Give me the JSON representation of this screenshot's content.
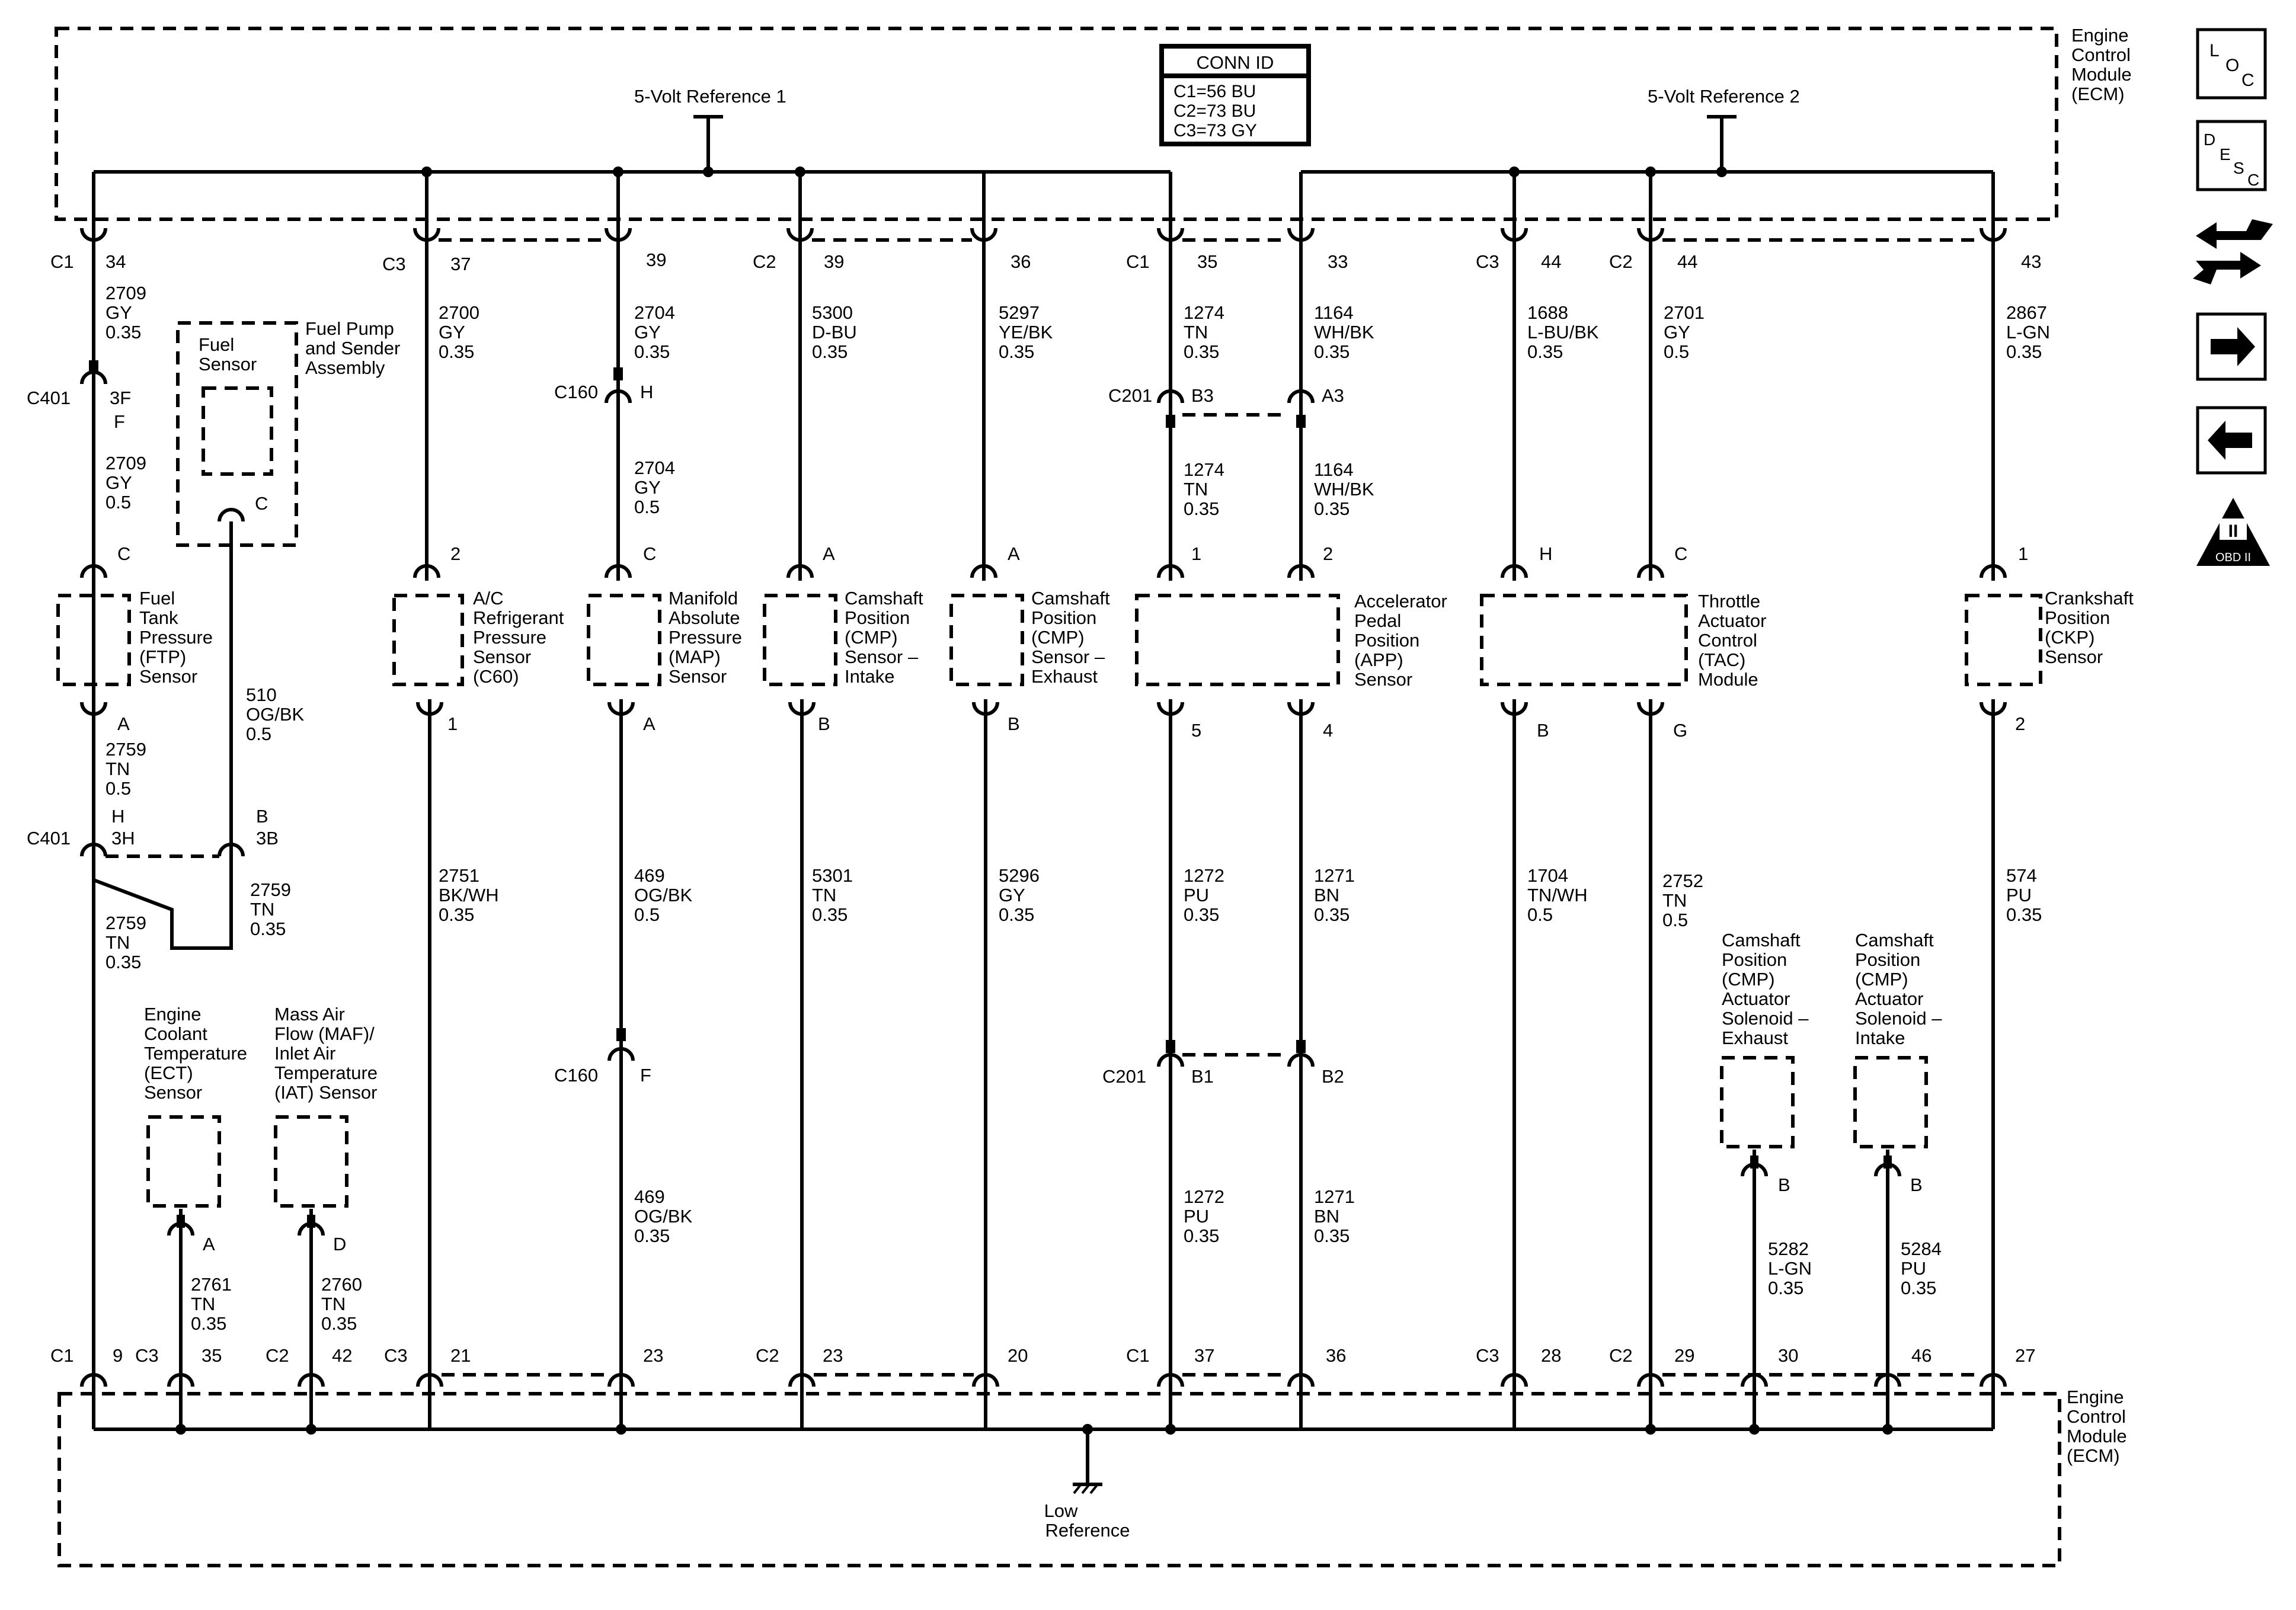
{
  "ecm": {
    "top_label": [
      "Engine",
      "Control",
      "Module",
      "(ECM)"
    ],
    "bottom_label": [
      "Engine",
      "Control",
      "Module",
      "(ECM)"
    ]
  },
  "conn_id": {
    "title": "CONN ID",
    "lines": [
      "C1=56 BU",
      "C2=73 BU",
      "C3=73 GY"
    ]
  },
  "refs": {
    "vref1": "5-Volt Reference 1",
    "vref2": "5-Volt Reference 2",
    "low_ref": [
      "Low",
      "Reference"
    ]
  },
  "nav_icons": [
    {
      "name": "loc",
      "letters": [
        "L",
        "O",
        "C"
      ]
    },
    {
      "name": "desc",
      "letters": [
        "D",
        "E",
        "S",
        "C"
      ]
    },
    {
      "name": "obd",
      "label": "OBD II",
      "mark": "II"
    }
  ],
  "components": {
    "fuel_sensor": [
      "Fuel",
      "Sensor"
    ],
    "fuel_pump": [
      "Fuel Pump",
      "and Sender",
      "Assembly"
    ],
    "ftp": [
      "Fuel",
      "Tank",
      "Pressure",
      "(FTP)",
      "Sensor"
    ],
    "ac": [
      "A/C",
      "Refrigerant",
      "Pressure",
      "Sensor",
      "(C60)"
    ],
    "map": [
      "Manifold",
      "Absolute",
      "Pressure",
      "(MAP)",
      "Sensor"
    ],
    "cmp_intake": [
      "Camshaft",
      "Position",
      "(CMP)",
      "Sensor –",
      "Intake"
    ],
    "cmp_exhaust": [
      "Camshaft",
      "Position",
      "(CMP)",
      "Sensor –",
      "Exhaust"
    ],
    "app": [
      "Accelerator",
      "Pedal",
      "Position",
      "(APP)",
      "Sensor"
    ],
    "tac": [
      "Throttle",
      "Actuator",
      "Control",
      "(TAC)",
      "Module"
    ],
    "ckp": [
      "Crankshaft",
      "Position",
      "(CKP)",
      "Sensor"
    ],
    "ect": [
      "Engine",
      "Coolant",
      "Temperature",
      "(ECT)",
      "Sensor"
    ],
    "maf": [
      "Mass Air",
      "Flow (MAF)/",
      "Inlet Air",
      "Temperature",
      "(IAT) Sensor"
    ],
    "cmp_act_exh": [
      "Camshaft",
      "Position",
      "(CMP)",
      "Actuator",
      "Solenoid –",
      "Exhaust"
    ],
    "cmp_act_int": [
      "Camshaft",
      "Position",
      "(CMP)",
      "Actuator",
      "Solenoid –",
      "Intake"
    ]
  },
  "connectors": {
    "c1": "C1",
    "c2": "C2",
    "c3": "C3",
    "c401": "C401",
    "c160": "C160",
    "c201": "C201"
  },
  "top_pins": {
    "col1": "34",
    "col2": "37",
    "col3": "39",
    "col4": "39",
    "col5": "36",
    "col6": "35",
    "col7": "33",
    "col8": "44",
    "col9": "44",
    "col10": "43"
  },
  "bottom_pins": {
    "col1": "9",
    "ect": "35",
    "maf": "42",
    "col2": "21",
    "col3": "23",
    "col4": "23",
    "col5": "20",
    "col6": "37",
    "col7": "36",
    "col8": "28",
    "col9": "29",
    "cmp_exh": "30",
    "cmp_int": "46",
    "col10": "27"
  },
  "inline_pins": {
    "c401_top_a": "3F",
    "c401_top_b": "F",
    "c401_bot_h": "H",
    "c401_bot_3h": "3H",
    "c401_bot_b": "B",
    "c401_bot_3b": "3B",
    "c160_top": "H",
    "c160_bot": "F",
    "c201_b3": "B3",
    "c201_a3": "A3",
    "c201_b1": "B1",
    "c201_b2": "B2",
    "fuel_c": "C"
  },
  "device_pins": {
    "ftp_top": "C",
    "ftp_bot": "A",
    "ac_top": "2",
    "ac_bot": "1",
    "map_top": "C",
    "map_bot": "A",
    "cmpi_top": "A",
    "cmpi_bot": "B",
    "cmpe_top": "A",
    "cmpe_bot": "B",
    "app_1": "1",
    "app_2": "2",
    "app_5": "5",
    "app_4": "4",
    "tac_h": "H",
    "tac_c": "C",
    "tac_b": "B",
    "tac_g": "G",
    "ckp_top": "1",
    "ckp_bot": "2",
    "ect_pin": "A",
    "maf_pin": "D",
    "cmpae_pin": "B",
    "cmpai_pin": "B"
  },
  "wires": {
    "w2709a": [
      "2709",
      "GY",
      "0.35"
    ],
    "w2709b": [
      "2709",
      "GY",
      "0.5"
    ],
    "w2759a": [
      "2759",
      "TN",
      "0.5"
    ],
    "w2759b": [
      "2759",
      "TN",
      "0.35"
    ],
    "w2759c": [
      "2759",
      "TN",
      "0.35"
    ],
    "w510": [
      "510",
      "OG/BK",
      "0.5"
    ],
    "w2700": [
      "2700",
      "GY",
      "0.35"
    ],
    "w2751": [
      "2751",
      "BK/WH",
      "0.35"
    ],
    "w2704a": [
      "2704",
      "GY",
      "0.35"
    ],
    "w2704b": [
      "2704",
      "GY",
      "0.5"
    ],
    "w469a": [
      "469",
      "OG/BK",
      "0.5"
    ],
    "w469b": [
      "469",
      "OG/BK",
      "0.35"
    ],
    "w5300": [
      "5300",
      "D-BU",
      "0.35"
    ],
    "w5301": [
      "5301",
      "TN",
      "0.35"
    ],
    "w5297": [
      "5297",
      "YE/BK",
      "0.35"
    ],
    "w5296": [
      "5296",
      "GY",
      "0.35"
    ],
    "w1274a": [
      "1274",
      "TN",
      "0.35"
    ],
    "w1274b": [
      "1274",
      "TN",
      "0.35"
    ],
    "w1272a": [
      "1272",
      "PU",
      "0.35"
    ],
    "w1272b": [
      "1272",
      "PU",
      "0.35"
    ],
    "w1164a": [
      "1164",
      "WH/BK",
      "0.35"
    ],
    "w1164b": [
      "1164",
      "WH/BK",
      "0.35"
    ],
    "w1271a": [
      "1271",
      "BN",
      "0.35"
    ],
    "w1271b": [
      "1271",
      "BN",
      "0.35"
    ],
    "w1688": [
      "1688",
      "L-BU/BK",
      "0.35"
    ],
    "w1704": [
      "1704",
      "TN/WH",
      "0.5"
    ],
    "w2701": [
      "2701",
      "GY",
      "0.5"
    ],
    "w2752": [
      "2752",
      "TN",
      "0.5"
    ],
    "w2867": [
      "2867",
      "L-GN",
      "0.35"
    ],
    "w574": [
      "574",
      "PU",
      "0.35"
    ],
    "w2761": [
      "2761",
      "TN",
      "0.35"
    ],
    "w2760": [
      "2760",
      "TN",
      "0.35"
    ],
    "w5282": [
      "5282",
      "L-GN",
      "0.35"
    ],
    "w5284": [
      "5284",
      "PU",
      "0.35"
    ]
  }
}
